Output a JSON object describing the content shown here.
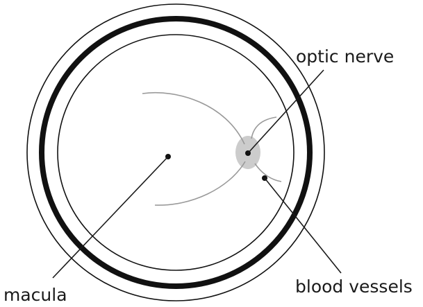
{
  "diagram": {
    "labels": {
      "optic_nerve": "optic nerve",
      "macula": "macula",
      "blood_vessels": "blood vessels"
    },
    "colors": {
      "outline": "#111111",
      "optic_disc": "#cccccc",
      "vessels": "#9a9a9a",
      "background": "#ffffff"
    }
  }
}
